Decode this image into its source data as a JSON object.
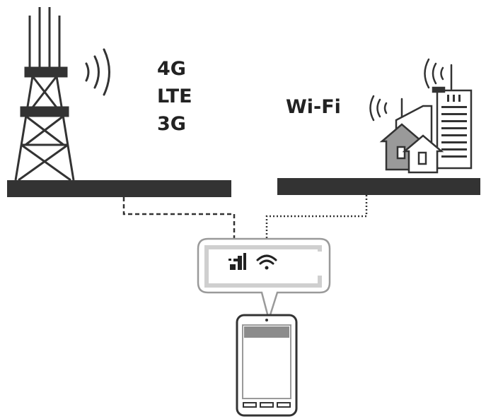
{
  "labels": {
    "cellular": [
      "4G",
      "LTE",
      "3G"
    ],
    "wifi": "Wi-Fi"
  },
  "icons": {
    "cell_signal": "cell-signal-icon",
    "wifi_signal": "wifi-signal-icon",
    "tower_waves": "radio-waves-icon",
    "tower": "cell-tower-icon",
    "buildings": "buildings-icon",
    "phone": "smartphone-icon"
  },
  "colors": {
    "ink": "#222222",
    "bar": "#333333",
    "gray": "#9a9a9a",
    "light_gray": "#cfcfcf",
    "phone_screen_top": "#8c8c8c"
  }
}
